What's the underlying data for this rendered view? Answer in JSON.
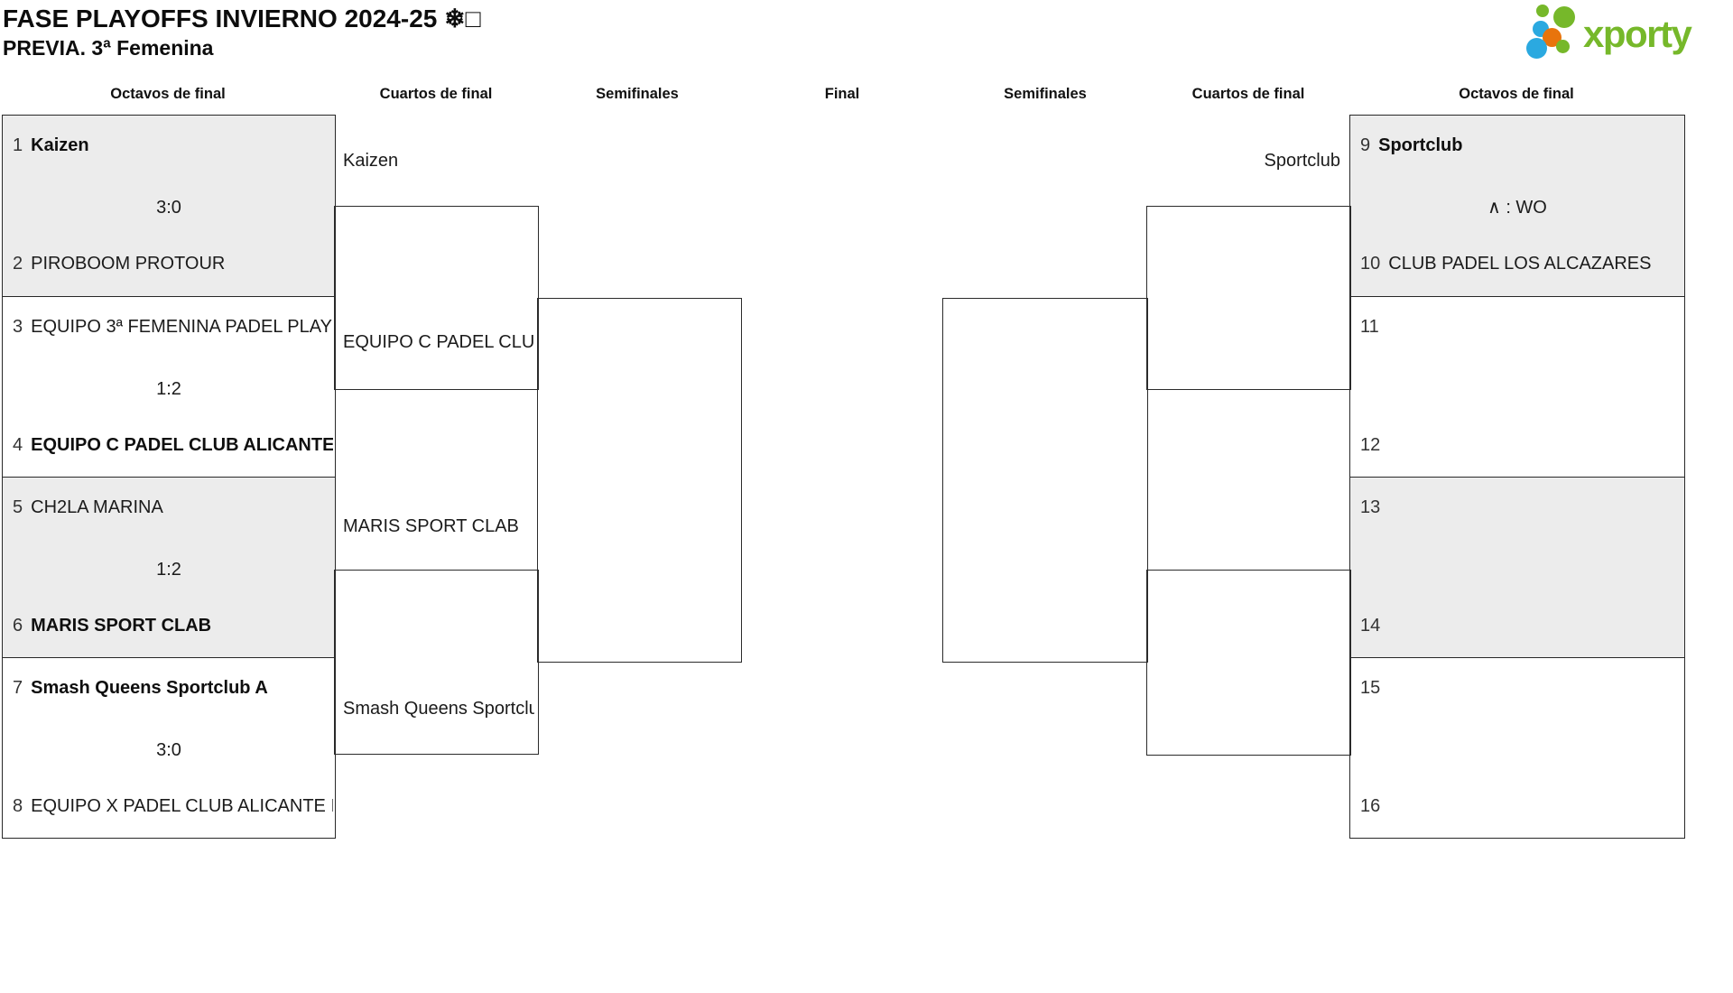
{
  "title": {
    "line1": "FASE PLAYOFFS INVIERNO 2024-25 ❄□",
    "line2": "PREVIA. 3ª Femenina"
  },
  "logo": {
    "text": "xporty",
    "green": "#76b82a",
    "blue": "#2ba9e0",
    "orange": "#e8740c"
  },
  "round_headers": {
    "left_octavos": "Octavos de final",
    "left_cuartos": "Cuartos de final",
    "left_semis": "Semifinales",
    "final": "Final",
    "right_semis": "Semifinales",
    "right_cuartos": "Cuartos de final",
    "right_octavos": "Octavos de final"
  },
  "matches": {
    "m1": {
      "seed_a": "1",
      "team_a": "Kaizen",
      "score": "3:0",
      "seed_b": "2",
      "team_b": "PIROBOOM PROTOUR"
    },
    "m2": {
      "seed_a": "3",
      "team_a": "EQUIPO 3ª FEMENINA PADEL PLAY",
      "score": "1:2",
      "seed_b": "4",
      "team_b": "EQUIPO C PADEL CLUB ALICANTE IN"
    },
    "m3": {
      "seed_a": "5",
      "team_a": "CH2LA MARINA",
      "score": "1:2",
      "seed_b": "6",
      "team_b": "MARIS SPORT CLAB"
    },
    "m4": {
      "seed_a": "7",
      "team_a": "Smash Queens Sportclub A",
      "score": "3:0",
      "seed_b": "8",
      "team_b": "EQUIPO X PADEL CLUB ALICANTE IN"
    },
    "m5": {
      "seed_a": "9",
      "team_a": "Sportclub",
      "score": "∧ : WO",
      "seed_b": "10",
      "team_b": "CLUB PADEL LOS ALCAZARES"
    },
    "m6": {
      "seed_a": "11",
      "team_a": "",
      "score": "",
      "seed_b": "12",
      "team_b": ""
    },
    "m7": {
      "seed_a": "13",
      "team_a": "",
      "score": "",
      "seed_b": "14",
      "team_b": ""
    },
    "m8": {
      "seed_a": "15",
      "team_a": "",
      "score": "",
      "seed_b": "16",
      "team_b": ""
    }
  },
  "advancers": {
    "q1": "Kaizen",
    "q2": "EQUIPO C PADEL CLUB",
    "q3": "MARIS SPORT CLAB",
    "q4": "Smash Queens Sportclu",
    "q5": "Sportclub"
  }
}
